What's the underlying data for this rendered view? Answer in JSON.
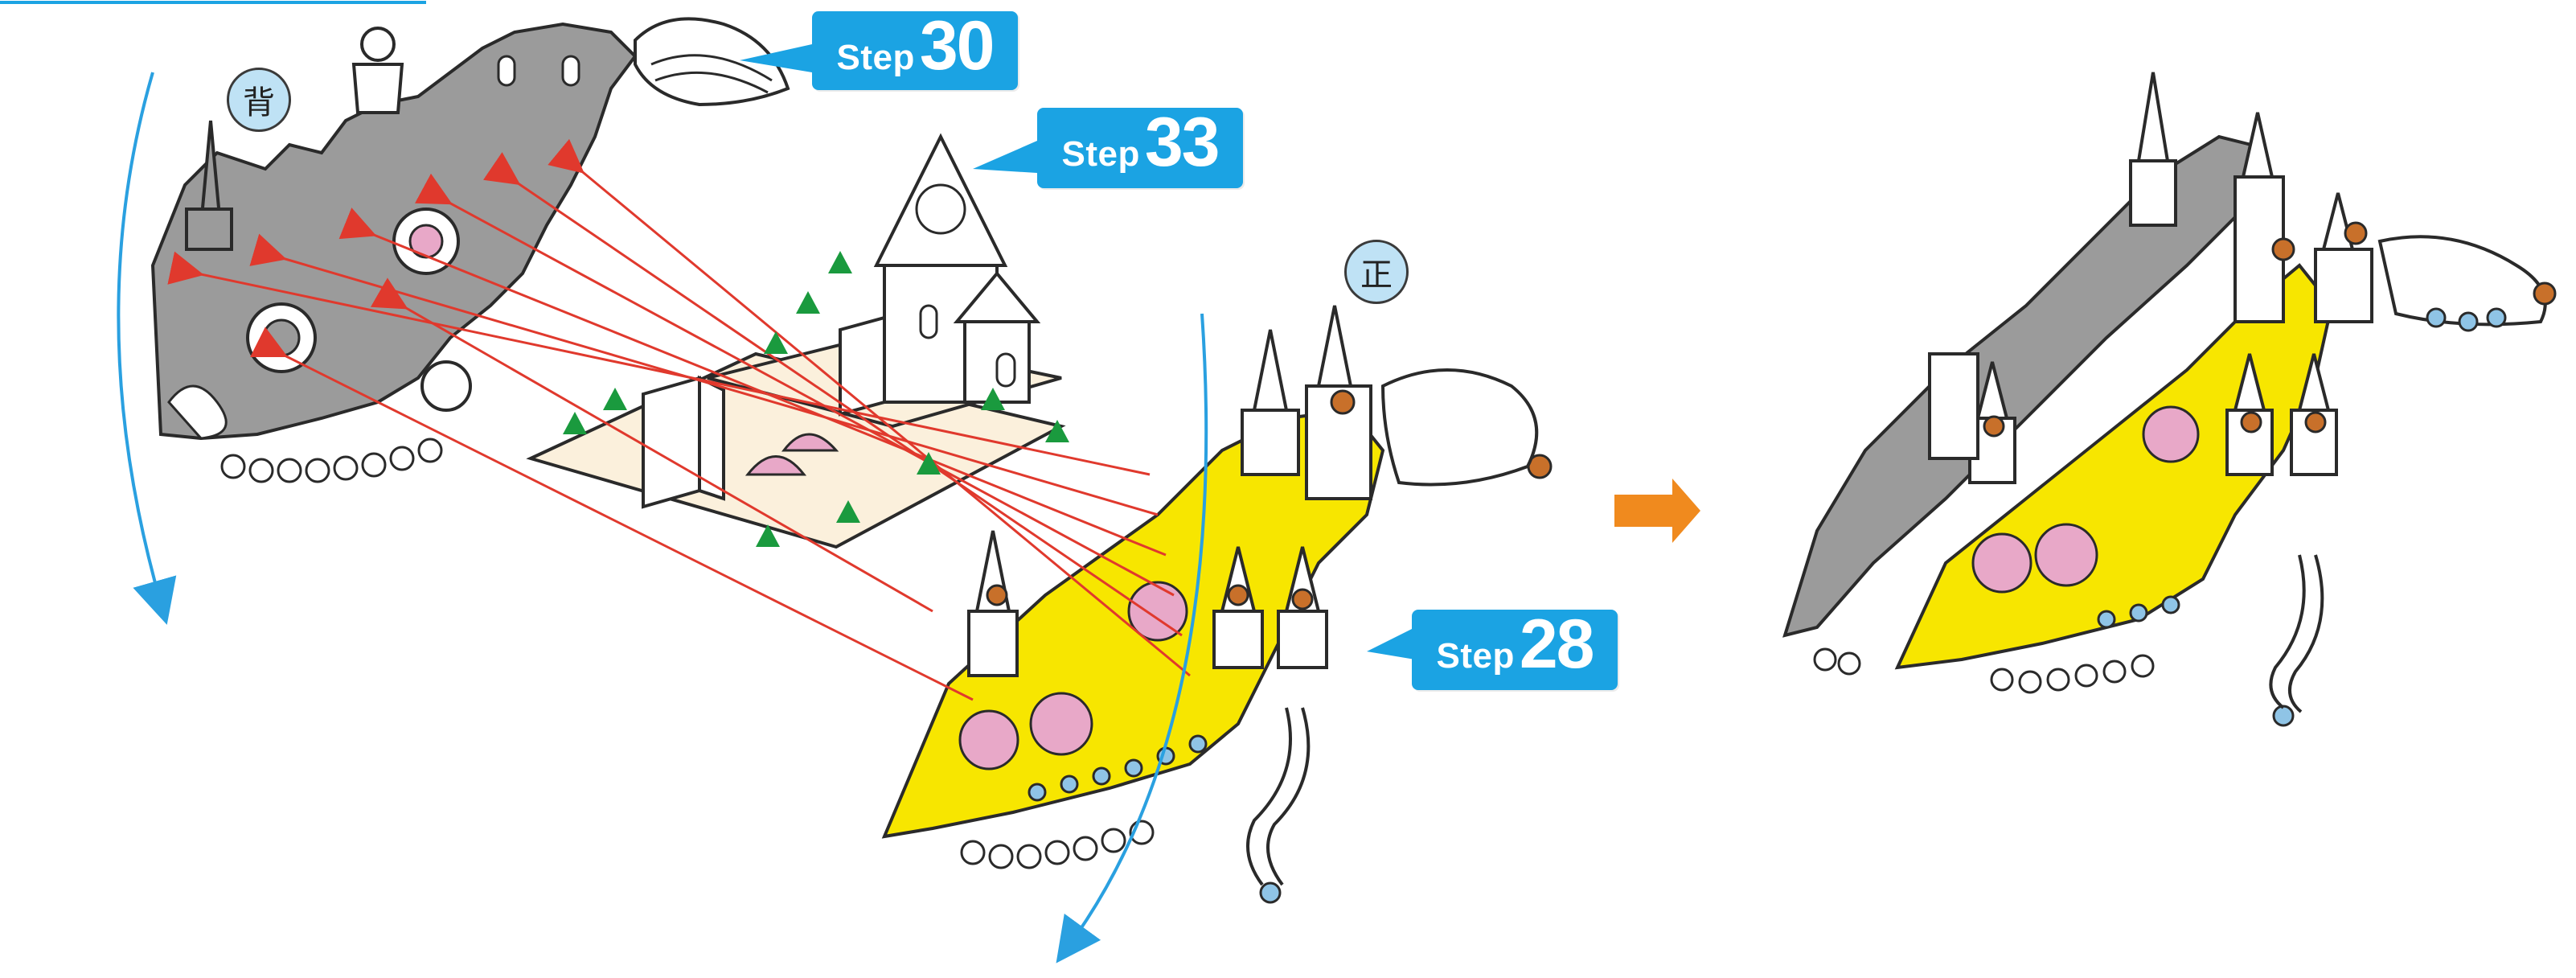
{
  "labels": {
    "back_face": "背",
    "front_face": "正",
    "step_word": "Step",
    "steps": [
      "30",
      "33",
      "28"
    ]
  },
  "colors": {
    "badge_blue": "#1ba3e3",
    "panel_gray": "#9b9b9b",
    "highlight_yellow": "#f7e600",
    "flower_pink": "#e8a8c8",
    "arrow_red": "#e0392d",
    "tab_green": "#1a9a3e",
    "next_arrow_orange": "#f08a1e",
    "rotation_arrow_blue": "#2aa0e0"
  },
  "icons": {
    "next_arrow": "orange-right-arrow-icon",
    "rotation": "curved-rotation-arrow-icon",
    "insert_tab": "green-triangle-tab-icon"
  }
}
